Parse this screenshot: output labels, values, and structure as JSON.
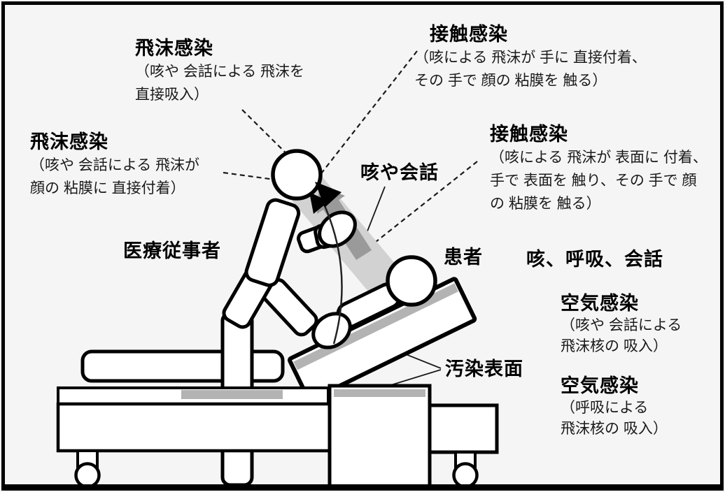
{
  "diagram": {
    "background_color": "#f5f5f5",
    "outline_color": "#000000",
    "surface_gray": "#b3b3b3",
    "spray_light_gray": "#d2d2d2",
    "spray_dark_gray": "#9a9a9a",
    "labels": {
      "droplet_top": {
        "title": "飛沫感染",
        "lines": [
          "（咳や 会話による 飛沫を",
          "直接吸入）"
        ]
      },
      "contact_top": {
        "title": "接触感染",
        "lines": [
          "（咳による 飛沫が 手に 直接付着、",
          "その 手で 顔の 粘膜を 触る）"
        ]
      },
      "droplet_left": {
        "title": "飛沫感染",
        "lines": [
          "（咳や 会話による 飛沫が",
          "顔の 粘膜に 直接付着）"
        ]
      },
      "contact_right": {
        "title": "接触感染",
        "lines": [
          "（咳による 飛沫が 表面に 付着、",
          "手で 表面を 触り、その 手で 顔",
          "の 粘膜を 触る）"
        ]
      },
      "cough_speech": "咳や会話",
      "healthcare_worker": "医療従事者",
      "patient": "患者",
      "cough_breath_speech": "咳、呼吸、会話",
      "airborne_top": {
        "title": "空気感染",
        "lines": [
          "（咳や 会話による",
          "飛沫核の 吸入）"
        ]
      },
      "airborne_bottom": {
        "title": "空気感染",
        "lines": [
          "（呼吸による",
          "飛沫核の 吸入）"
        ]
      },
      "contaminated_surface": "汚染表面"
    }
  }
}
